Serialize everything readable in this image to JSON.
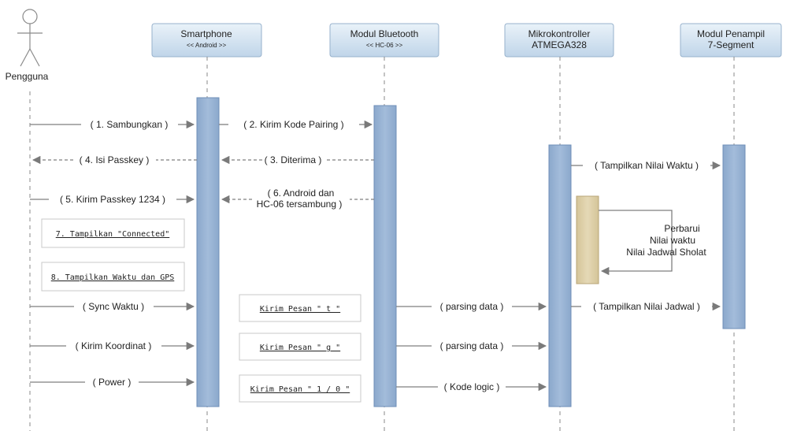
{
  "colors": {
    "lifeline": "#888888",
    "activation_fill": "#93aecf",
    "activation_stroke": "#6f8fb8",
    "self_activation_fill": "#ddd0a7",
    "self_activation_stroke": "#b8a577",
    "header_fill_top": "#e6f0f8",
    "header_fill_bottom": "#c3d7ea",
    "header_stroke": "#97b2cc",
    "arrow": "#808080",
    "note_stroke": "#c8c8c8"
  },
  "actor": {
    "label": "Pengguna",
    "icon": "stick-figure-icon"
  },
  "participants": [
    {
      "line1": "Smartphone",
      "line2": "<< Android >>"
    },
    {
      "line1": "Modul Bluetooth",
      "line2": "<< HC-06 >>"
    },
    {
      "line1": "Mikrokontroller",
      "line2": "ATMEGA328"
    },
    {
      "line1": "Modul Penampil",
      "line2": "7-Segment"
    }
  ],
  "messages": {
    "m1": "( 1. Sambungkan )",
    "m2": "( 2.  Kirim Kode Pairing )",
    "m3": "( 3. Diterima )",
    "m4": "( 4. Isi Passkey )",
    "m5": "( 5. Kirim Passkey 1234 )",
    "m6_line1": "( 6. Android dan",
    "m6_line2": "HC-06 tersambung )",
    "tampil_waktu": "( Tampilkan Nilai Waktu )",
    "self_line1": "Perbarui",
    "self_line2": "Nilai waktu",
    "self_line3": "Nilai Jadwal Sholat",
    "sync": "( Sync Waktu )",
    "parsing1": "( parsing data )",
    "tampil_jadwal": "( Tampilkan Nilai Jadwal )",
    "koordinat": "( Kirim Koordinat )",
    "parsing2": "( parsing data )",
    "power": "( Power )",
    "kode_logic": "( Kode logic )"
  },
  "notes": {
    "n7": "7. Tampilkan \"Connected\"",
    "n8": "8. Tampilkan Waktu dan GPS",
    "pesan_t": "Kirim Pesan \" t \"",
    "pesan_g": "Kirim Pesan \" g \"",
    "pesan_10": "Kirim Pesan \" 1 / 0 \""
  }
}
